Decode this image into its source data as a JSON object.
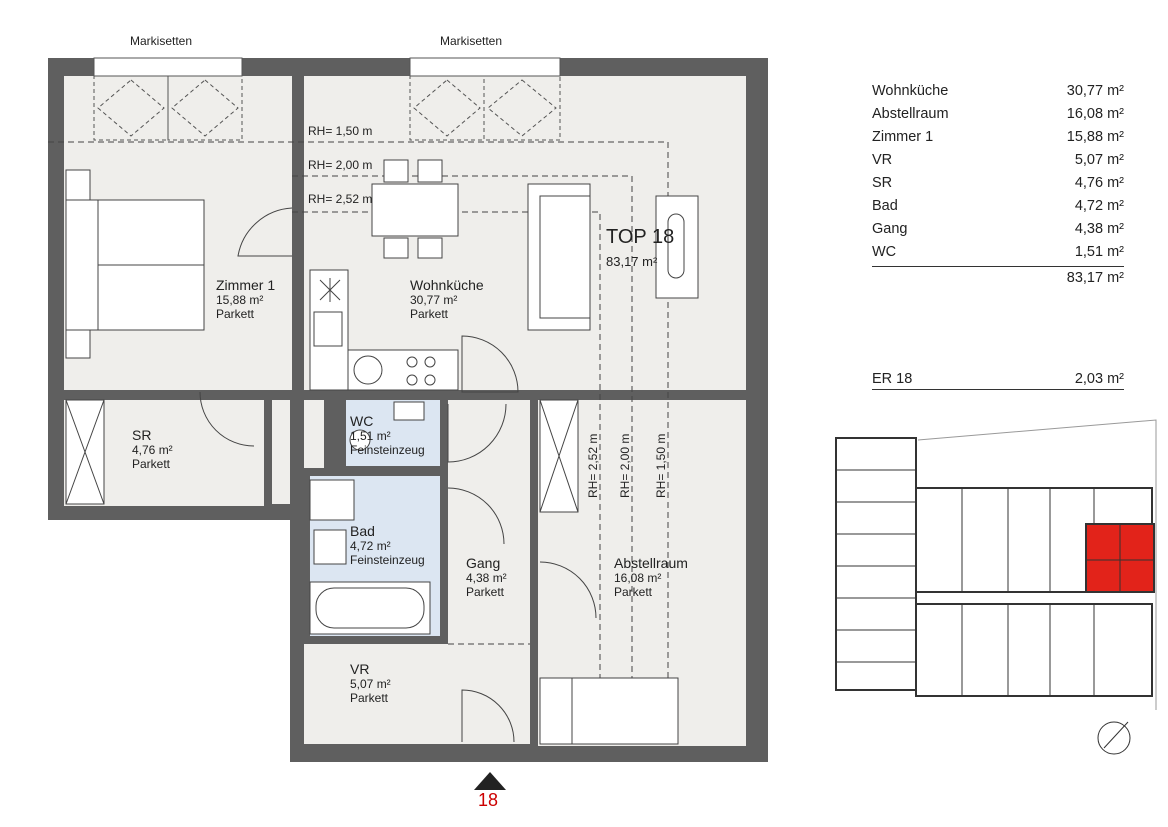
{
  "plan": {
    "markise_left": "Markisetten",
    "markise_right": "Markisetten",
    "unit_title": "TOP 18",
    "unit_total": "83,17 m²",
    "entrance_number": "18",
    "heights": {
      "h150": "RH= 1,50 m",
      "h200": "RH= 2,00 m",
      "h252": "RH= 2,52 m"
    },
    "rooms": {
      "zimmer1": {
        "name": "Zimmer 1",
        "area": "15,88 m²",
        "floor": "Parkett"
      },
      "wohnkueche": {
        "name": "Wohnküche",
        "area": "30,77 m²",
        "floor": "Parkett"
      },
      "sr": {
        "name": "SR",
        "area": "4,76 m²",
        "floor": "Parkett"
      },
      "wc": {
        "name": "WC",
        "area": "1,51 m²",
        "floor": "Feinsteinzeug"
      },
      "bad": {
        "name": "Bad",
        "area": "4,72 m²",
        "floor": "Feinsteinzeug"
      },
      "gang": {
        "name": "Gang",
        "area": "4,38 m²",
        "floor": "Parkett"
      },
      "abstellraum": {
        "name": "Abstellraum",
        "area": "16,08 m²",
        "floor": "Parkett"
      },
      "vr": {
        "name": "VR",
        "area": "5,07 m²",
        "floor": "Parkett"
      }
    }
  },
  "area_table": {
    "rows": [
      {
        "name": "Wohnküche",
        "area": "30,77 m²"
      },
      {
        "name": "Abstellraum",
        "area": "16,08 m²"
      },
      {
        "name": "Zimmer 1",
        "area": "15,88 m²"
      },
      {
        "name": "VR",
        "area": "5,07 m²"
      },
      {
        "name": "SR",
        "area": "4,76 m²"
      },
      {
        "name": "Bad",
        "area": "4,72 m²"
      },
      {
        "name": "Gang",
        "area": "4,38 m²"
      },
      {
        "name": "WC",
        "area": "1,51 m²"
      }
    ],
    "total": "83,17 m²"
  },
  "extra": {
    "name": "ER 18",
    "area": "2,03 m²"
  },
  "colors": {
    "room_fill": "#efeeeb",
    "wet_fill": "#dce6f2",
    "wall": "#5a5a5a",
    "highlight": "#e2231a",
    "entrance_marker": "#222222",
    "entrance_number": "#cc0000"
  },
  "icons": [
    "north-arrow-icon",
    "entrance-arrow-icon"
  ]
}
